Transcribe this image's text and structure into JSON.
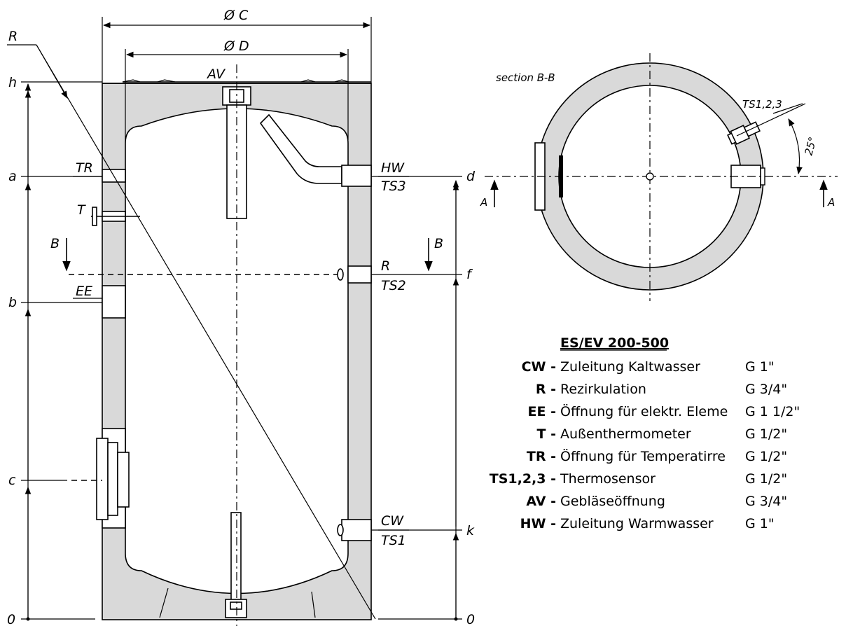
{
  "dimensions": {
    "diameter_outer": "Ø C",
    "diameter_inner": "Ø D",
    "height_labels": {
      "h": "h",
      "a": "a",
      "b": "b",
      "c": "c",
      "zero_left": "0"
    },
    "right_labels": {
      "d": "d",
      "f": "f",
      "k": "k",
      "zero_right": "0"
    },
    "diagonal": "R"
  },
  "ports": {
    "av": "AV",
    "tr": "TR",
    "t": "T",
    "ee": "EE",
    "hw": "HW",
    "ts3": "TS3",
    "r": "R",
    "ts2": "TS2",
    "cw": "CW",
    "ts1": "TS1"
  },
  "section_markers": {
    "b_left": "B",
    "b_right": "B",
    "a_left": "A",
    "a_right": "A"
  },
  "section_view": {
    "title": "section B-B",
    "sensor_label": "TS1,2,3",
    "angle": "25°"
  },
  "legend": {
    "title": "ES/EV 200-500",
    "rows": [
      {
        "code": "CW -",
        "description": "Zuleitung Kaltwasser",
        "thread": "G 1\""
      },
      {
        "code": "R -",
        "description": "Rezirkulation",
        "thread": "G 3/4\""
      },
      {
        "code": "EE -",
        "description": "Öffnung für elektr. Eleme",
        "thread": "G 1 1/2\""
      },
      {
        "code": "T -",
        "description": "Außenthermometer",
        "thread": "G 1/2\""
      },
      {
        "code": "TR -",
        "description": "Öffnung für Temperatirre",
        "thread": "G 1/2\""
      },
      {
        "code": "TS1,2,3 -",
        "description": "Thermosensor",
        "thread": "G 1/2\""
      },
      {
        "code": "AV -",
        "description": "Gebläseöffnung",
        "thread": "G 3/4\""
      },
      {
        "code": "HW -",
        "description": "Zuleitung Warmwasser",
        "thread": "G 1\""
      }
    ]
  }
}
